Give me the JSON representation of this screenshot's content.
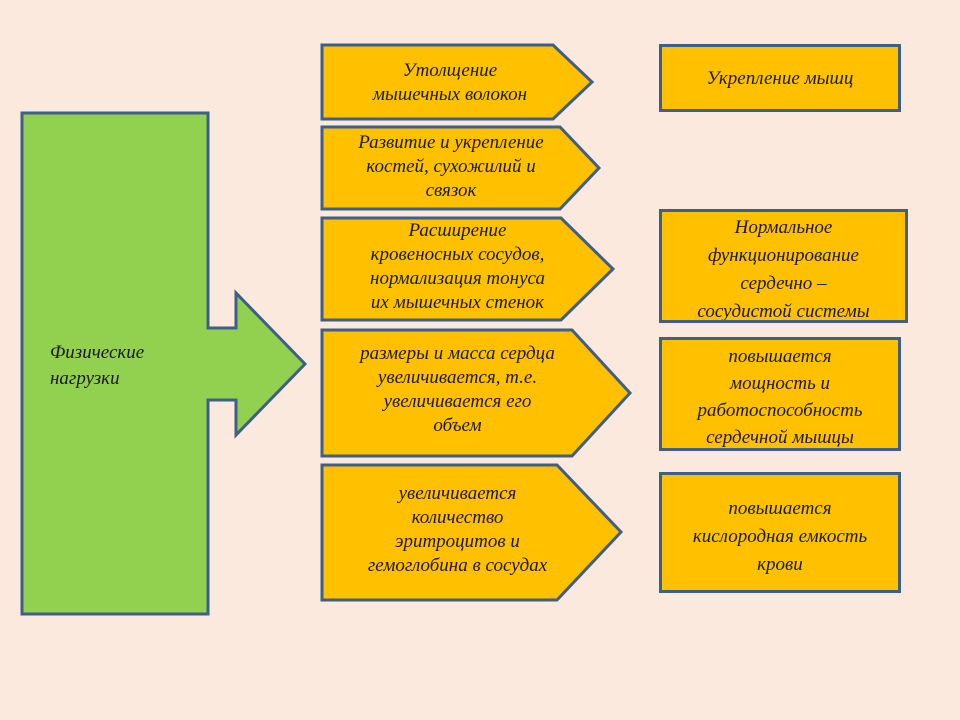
{
  "colors": {
    "background": "#FBE9DD",
    "main_arrow_fill": "#92D050",
    "cause_fill": "#FFC000",
    "effect_fill": "#FFC000",
    "outline": "#3E5F88"
  },
  "main_arrow": {
    "label": "Физические\nнагрузки"
  },
  "causes": [
    {
      "text": "Утолщение\nмышечных волокон"
    },
    {
      "text": "Развитие и укрепление\nкостей, сухожилий и\nсвязок"
    },
    {
      "text": "Расширение\nкровеносных сосудов,\nнормализация тонуса\nих мышечных стенок"
    },
    {
      "text": "размеры и масса сердца\nувеличивается, т.е.\nувеличивается его\nобъем"
    },
    {
      "text": "увеличивается\nколичество\nэритроцитов и\nгемоглобина в сосудах"
    }
  ],
  "effects": [
    {
      "text": "Укрепление мышц"
    },
    {
      "text": "Нормальное\nфункционирование\nсердечно –\nсосудистой системы"
    },
    {
      "text": "повышается\nмощность и\nработоспособность\nсердечной мышцы"
    },
    {
      "text": "повышается\nкислородная емкость\nкрови"
    }
  ]
}
